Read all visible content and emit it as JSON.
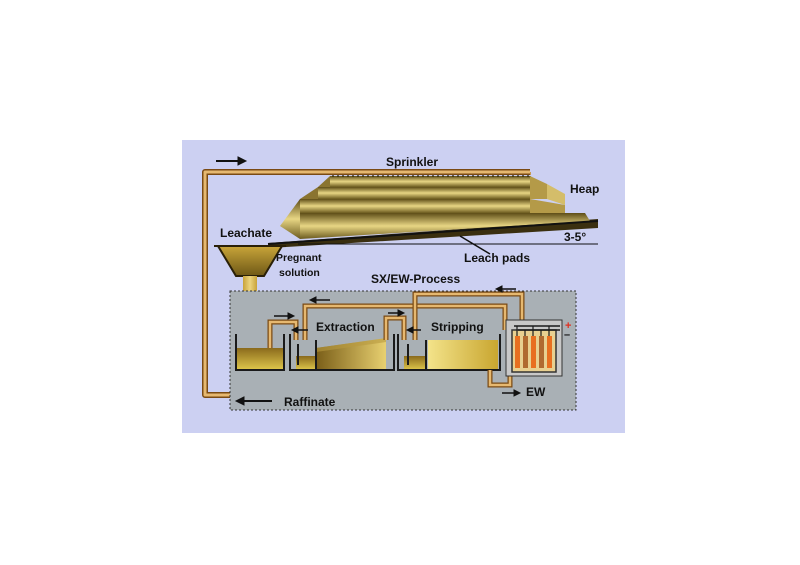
{
  "labels": {
    "sprinkler": "Sprinkler",
    "heap": "Heap",
    "leachate": "Leachate",
    "pregnant_1": "Pregnant",
    "pregnant_2": "solution",
    "slope": "3-5°",
    "leach_pads": "Leach pads",
    "process": "SX/EW-Process",
    "extraction": "Extraction",
    "stripping": "Stripping",
    "ew": "EW",
    "raffinate": "Raffinate",
    "plus": "+",
    "minus": "–"
  },
  "colors": {
    "panel": "#ccd0f2",
    "heap_dark": "#6b5a1e",
    "heap_light": "#e3cf7a",
    "pipe_light": "#e6b870",
    "pipe_dark": "#7a4a14",
    "solution": "#d8c040",
    "polarity": "#e03020"
  }
}
